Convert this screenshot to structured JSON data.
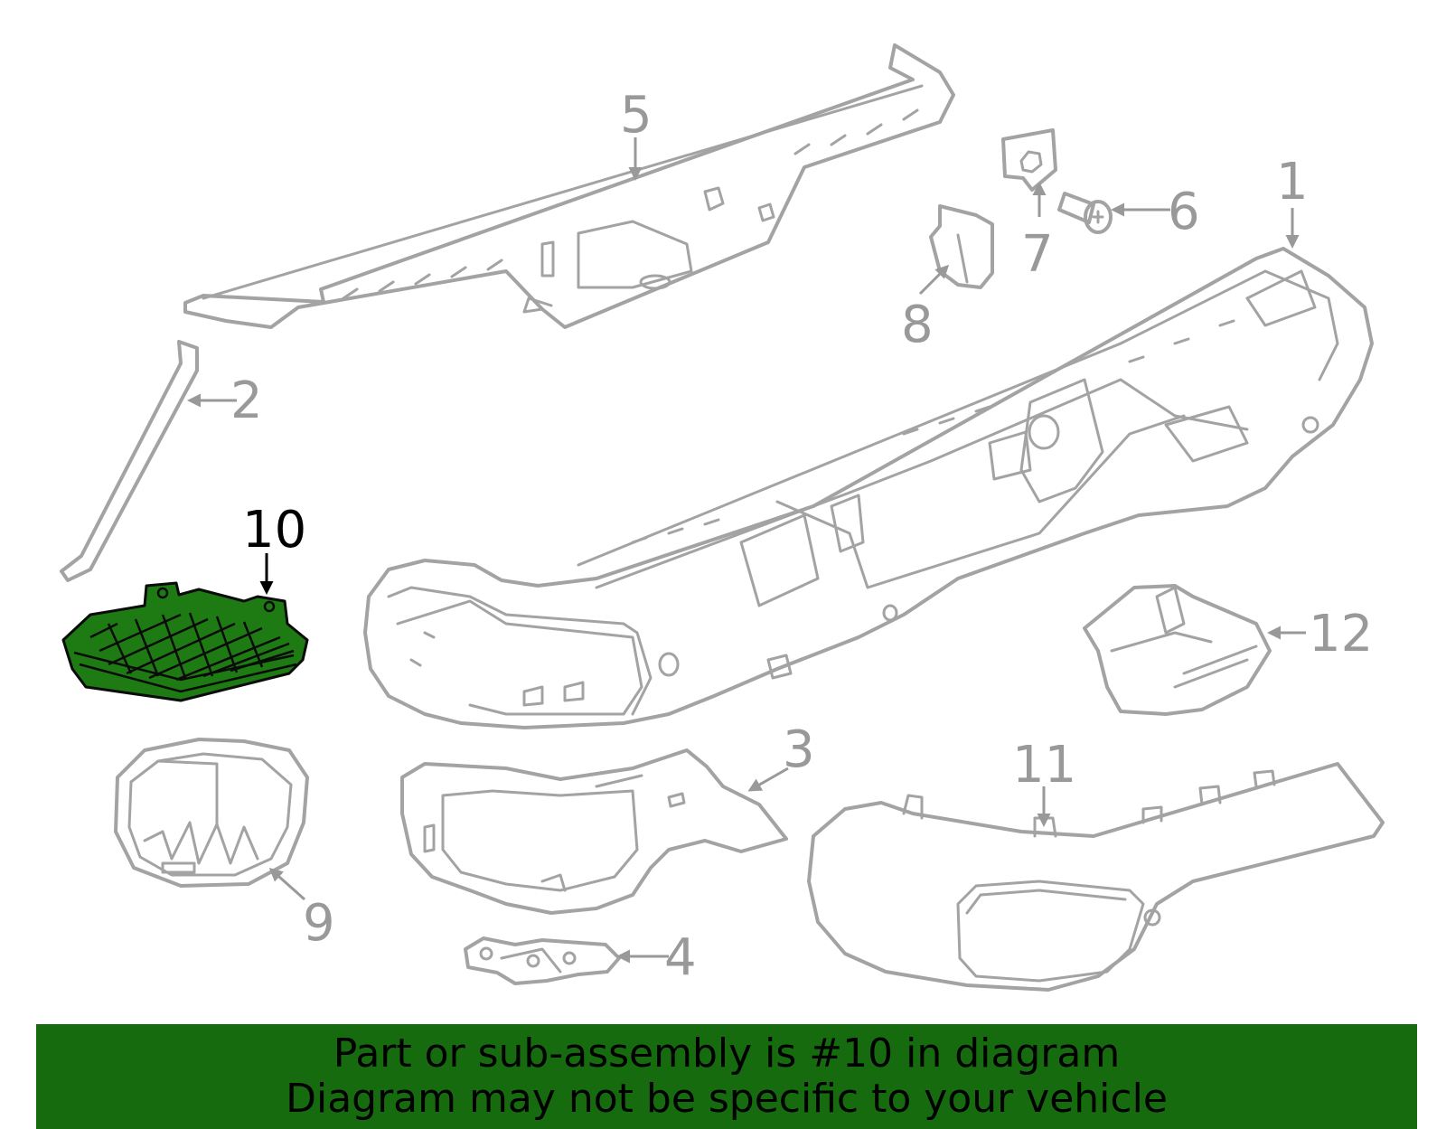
{
  "diagram": {
    "highlight_color": "#1e7a12",
    "outline_color": "#a3a3a3",
    "callouts": [
      {
        "number": "1"
      },
      {
        "number": "2"
      },
      {
        "number": "3"
      },
      {
        "number": "4"
      },
      {
        "number": "5"
      },
      {
        "number": "6"
      },
      {
        "number": "7"
      },
      {
        "number": "8"
      },
      {
        "number": "9"
      },
      {
        "number": "10",
        "highlighted": true
      },
      {
        "number": "11"
      },
      {
        "number": "12"
      }
    ]
  },
  "banner": {
    "line1": "Part or sub-assembly is #10 in diagram",
    "line2": "Diagram may not be specific to your vehicle",
    "background": "#176b0f"
  }
}
